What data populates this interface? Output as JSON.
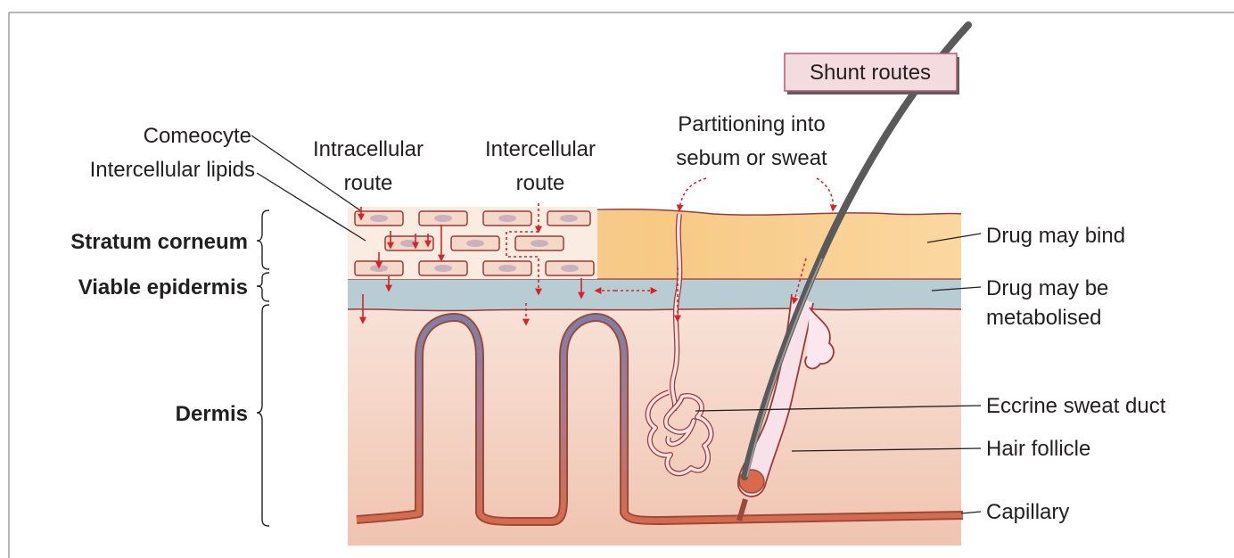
{
  "labels": {
    "shunt_routes": "Shunt routes",
    "corneocyte": "Comeocyte",
    "intercellular_lipids": "Intercellular lipids",
    "intracellular_route": [
      "Intracellular",
      "route"
    ],
    "intercellular_route": [
      "Intercellular",
      "route"
    ],
    "partitioning": [
      "Partitioning into",
      "sebum or sweat"
    ],
    "stratum_corneum": "Stratum corneum",
    "viable_epidermis": "Viable epidermis",
    "dermis": "Dermis",
    "drug_may_bind": "Drug may bind",
    "drug_may_be_metabolised": [
      "Drug may be",
      "metabolised"
    ],
    "eccrine_sweat_duct": "Eccrine sweat duct",
    "hair_follicle": "Hair follicle",
    "capillary": "Capillary"
  },
  "colors": {
    "stratum_corneum": "#f7c98a",
    "viable_epidermis": "#b7ccd3",
    "dermis_top": "#f7e0d6",
    "dermis_bottom": "#f0c8b5",
    "arrow": "#d8232a",
    "capillary_arterial": "#d86a4c",
    "capillary_venous": "#7d7fa8",
    "hair": "#5a5a5a",
    "label_box": "#f3dbe0"
  }
}
